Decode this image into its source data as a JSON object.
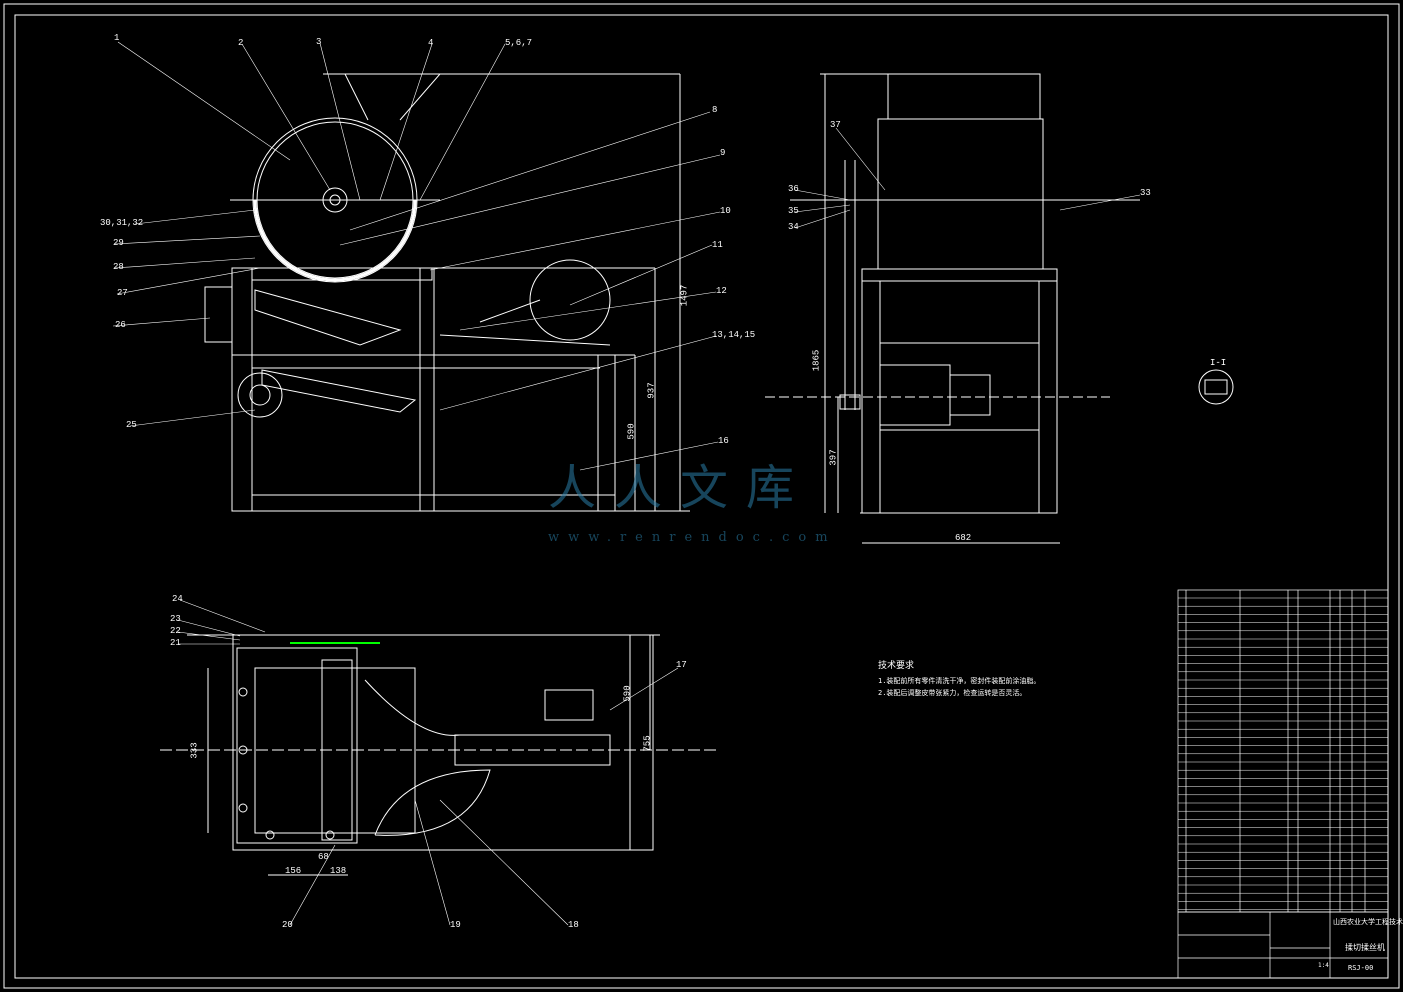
{
  "drawing": {
    "balloon_labels": [
      "1",
      "2",
      "3",
      "4",
      "5,6,7",
      "8",
      "9",
      "10",
      "11",
      "12",
      "13,14,15",
      "16",
      "17",
      "18",
      "19",
      "20",
      "21",
      "22",
      "23",
      "24",
      "25",
      "26",
      "27",
      "28",
      "29",
      "30,31,32",
      "33",
      "34",
      "35",
      "36",
      "37"
    ],
    "dimensions": {
      "front_height": "1497",
      "front_h2": "937",
      "front_h3": "590",
      "side_height": "1865",
      "side_h2": "397",
      "side_width": "682",
      "top_h1": "590",
      "top_h2": "755",
      "top_w1": "156",
      "top_w2": "138",
      "top_w3": "68",
      "top_v": "333"
    },
    "section_label": "I-I"
  },
  "watermark": {
    "text": "人人文库",
    "url": "www.renrendoc.com"
  },
  "technical_requirements": {
    "title": "技术要求",
    "items": [
      "1.装配前所有零件清洗干净，密封件装配前涂油脂。",
      "2.装配后调整皮带张紧力，检查运转是否灵活。"
    ]
  },
  "title_block": {
    "school": "山西农业大学工程技术学院",
    "drawing_name": "揉切揉丝机",
    "drawing_no": "RSJ-00",
    "scale": "1:4"
  },
  "colors": {
    "line": "#ffffff",
    "accent": "#ffff00",
    "green": "#00ff00",
    "watermark": "#2a7fa8"
  }
}
